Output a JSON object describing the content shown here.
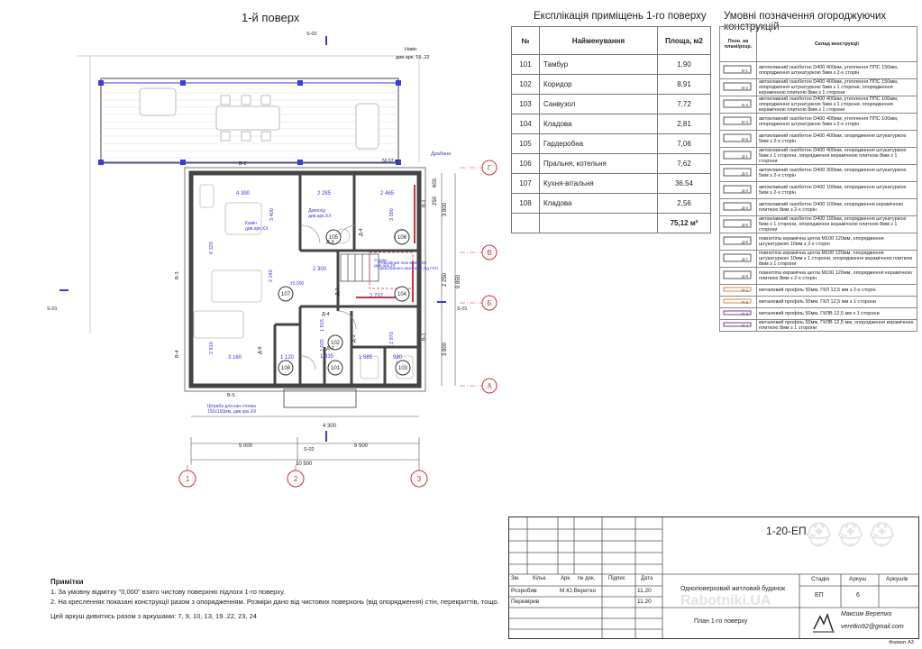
{
  "plan": {
    "title": "1-й поверх",
    "section_top": "S-02",
    "section_bottom": "S-02",
    "section_left": "S-01",
    "section_right": "S-01",
    "canopy_label": "Навіс",
    "canopy_ref": "див.арк. 19..22",
    "terrace_area": "50.57 м²",
    "ladder": "Драбина",
    "fireplace": "Камін\nдив.арк.ХХ",
    "chimney": "Димохід\nдив.арк.ХХ",
    "hatch": "Ревізійний люк 600×600\nприхованого монтажу під ГКЛ",
    "stairs": "Сходи\nдив.арк.23",
    "shaft": "Штраба для кан.стояка\n150x150мм, див.арк.ХХ",
    "zero_mark": "±0,000",
    "room_tags": [
      "105",
      "106",
      "107",
      "104",
      "102",
      "101",
      "103",
      "108"
    ],
    "wall_tags": [
      "В-2",
      "В-3",
      "В-4",
      "В-5",
      "В-1",
      "В-1",
      "Д-3",
      "Д-4",
      "Д-7",
      "Д-2",
      "Д-1",
      "Д-6",
      "Д-4"
    ],
    "dims_h": [
      "4 390",
      "2 285",
      "2 465",
      "2 300",
      "2 737",
      "3 160",
      "1 120",
      "1 835",
      "1 585",
      "990",
      "4 300",
      "5 000",
      "5 500",
      "10 500"
    ],
    "dims_v": [
      "6 320",
      "2 810",
      "3 400",
      "3 590",
      "2 240",
      "2 250",
      "3 800",
      "3 800",
      "9 850",
      "2 970",
      "1 915",
      "1 035",
      "600",
      "250"
    ],
    "axes_x": [
      "1",
      "2",
      "3"
    ],
    "axes_y": [
      "Г",
      "В",
      "Б",
      "А"
    ]
  },
  "schedule": {
    "title": "Експлікація приміщень 1-го поверху",
    "headers": [
      "№",
      "Найменування",
      "Площа, м2"
    ],
    "rows": [
      [
        "101",
        "Тамбур",
        "1,90"
      ],
      [
        "102",
        "Коридор",
        "8,91"
      ],
      [
        "103",
        "Санвузол",
        "7,72"
      ],
      [
        "104",
        "Кладова",
        "2,81"
      ],
      [
        "105",
        "Гардеробна",
        "7,06"
      ],
      [
        "106",
        "Пральня, котельня",
        "7,62"
      ],
      [
        "107",
        "Кухня-вітальня",
        "36,54"
      ],
      [
        "108",
        "Кладова",
        "2,56"
      ]
    ],
    "total": "75,12 м²"
  },
  "legend": {
    "title": "Умовні позначення огороджуючих конструкцій",
    "headers": [
      "Позн. на плані/розр.",
      "Склад конструкції"
    ],
    "rows": [
      {
        "tag": "В-1",
        "text": "автоклавний газобетон D400 400мм, утеплення ППС 150мм, опорядження штукатуркою 5мм з 2-х сторін"
      },
      {
        "tag": "В-2",
        "text": "автоклавний газобетон D400 400мм, утеплення ППС 150мм, опорядження штукатуркою 5мм з 1 сторони, опорядження керамічною плиткою 8мм з 1 сторони"
      },
      {
        "tag": "В-3",
        "text": "автоклавний газобетон D400 400мм, утеплення ППС 100мм, опорядження штукатуркою 5мм з 1 сторони, опорядження керамічною плиткою 8мм з 1 сторони"
      },
      {
        "tag": "В-4",
        "text": "автоклавний газобетон D400 400мм, утеплення ППС 100мм, опорядження штукатуркою 5мм з 2-х сторін"
      },
      {
        "tag": "В-5",
        "text": "автоклавний газобетон D400 400мм, опорядження штукатуркою 5мм з 2-х сторін"
      },
      {
        "tag": "Д-1",
        "text": "автоклавний газобетон D400 400мм, опорядження штукатуркою 5мм з 1 сторони, опорядження керамічною плиткою 8мм з 1 сторони"
      },
      {
        "tag": "Д-2",
        "text": "автоклавний газобетон D400 300мм, опорядження штукатуркою 5мм з 2-х сторін"
      },
      {
        "tag": "Д-3",
        "text": "автоклавний газобетон D400 100мм, опорядження штукатуркою 5мм з 2-х сторін"
      },
      {
        "tag": "Д-4",
        "text": "автоклавний газобетон D400 100мм, опорядження керамічною плиткою 8мм з 2-х сторін"
      },
      {
        "tag": "Д-5",
        "text": "автоклавний газобетон D400 100мм, опорядження штукатуркою 5мм з 1 сторони, опорядження керамічною плиткою 8мм з 1 сторони"
      },
      {
        "tag": "Д-6",
        "text": "повнотіла керамічна цегла М100 120мм, опорядження штукатуркою 10мм з 2-х сторін"
      },
      {
        "tag": "Д-7",
        "text": "повнотіла керамічна цегла М100 120мм, опорядження штукатуркою 10мм з 1 сторони, опорядження керамічною плиткою 8мм з 1 сторони"
      },
      {
        "tag": "Д-8",
        "text": "повнотіла керамічна цегла М100 120мм, опорядження керамічною плиткою 8мм з 2-х сторін"
      },
      {
        "tag": "П-1",
        "text": "металевий профіль 50мм, ГКЛ 12,5 мм з 2-х сторін"
      },
      {
        "tag": "П-2",
        "text": "металевий профіль 50мм, ГКЛ 12,5 мм з 1 сторони"
      },
      {
        "tag": "П-3",
        "text": "металевий профіль 50мм, ГКЛВ 12,5 мм з 1 сторони"
      },
      {
        "tag": "П-4",
        "text": "металевий профіль 50мм, ГКЛВ 12,5 мм, опорядження керамічною плиткою 8мм з 1 сторони"
      }
    ]
  },
  "notes": {
    "title": "Примітки",
    "items": [
      "1. За умовну відмітку \"0,000\" взято чистову поверхню підлоги 1-го поверху.",
      "2. На кресленнях показані конструкції разом з опорядженням. Розміри дано від чистових поверхонь (від опорядження) стін, перекриттів, тощо."
    ],
    "sheets": "Цей аркуш дивитись разом з аркушами: 7, 9, 10, 13, 19..22, 23, 24"
  },
  "stamp": {
    "code": "1-20-ЕП",
    "cols": [
      "Зм.",
      "Кільк.",
      "Арк.",
      "№ док.",
      "Підпис",
      "Дата"
    ],
    "r1": [
      "Розробив",
      "М.Ю.Веретко",
      "11.20"
    ],
    "r2": [
      "Перевірив",
      "",
      "11.20"
    ],
    "project": "Одноповерховий житловий будинок",
    "sheet_title": "План 1-го поверху",
    "stage_h": "Стадія",
    "sheet_h": "Аркуш",
    "sheets_h": "Аркушів",
    "stage": "ЕП",
    "sheet": "6",
    "sheets": "",
    "signature": "Максим Веретко",
    "email": "veretko92@gmail.com",
    "watermark": "Rabotniki.UA",
    "format": "Формат А3"
  },
  "colors": {
    "wall": "#444444",
    "blue": "#3a3adf",
    "red": "#c8323a",
    "purple": "#7a3aa0"
  }
}
